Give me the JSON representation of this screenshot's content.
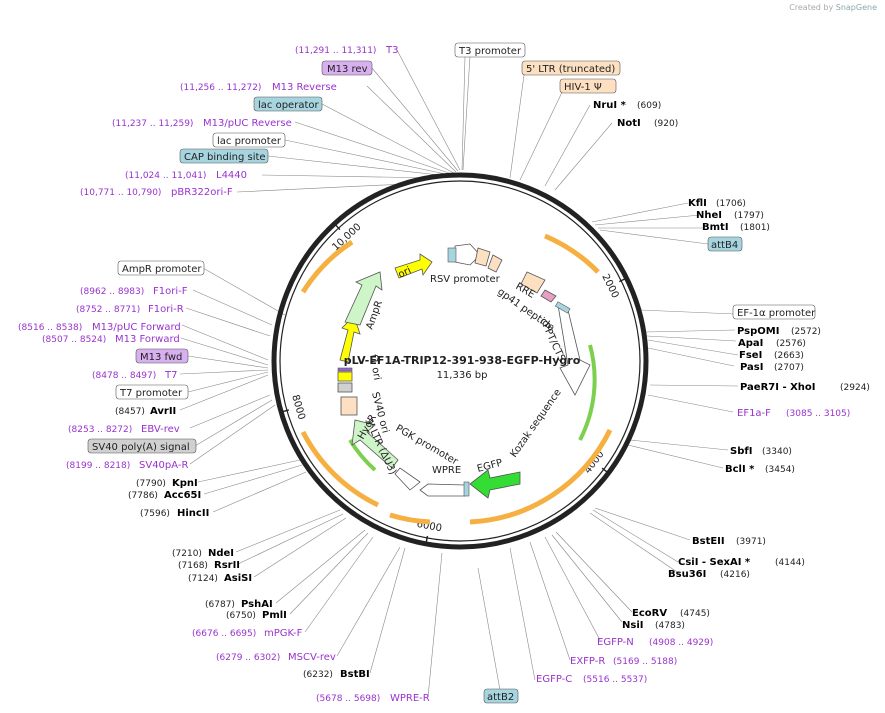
{
  "credit": "Created by",
  "brand": "SnapGene",
  "plasmid": {
    "name": "pLV-EF1A-TRIP12-391-938-EGFP-Hygro",
    "size": "11,336 bp",
    "length": 11336
  },
  "ticks": [
    {
      "label": "2000",
      "pos": 2000
    },
    {
      "label": "4000",
      "pos": 4000
    },
    {
      "label": "6000",
      "pos": 6000
    },
    {
      "label": "8000",
      "pos": 8000
    },
    {
      "label": "10,000",
      "pos": 10000
    }
  ],
  "features": [
    {
      "name": "RSV promoter"
    },
    {
      "name": "RRE"
    },
    {
      "name": "gp41 peptide"
    },
    {
      "name": "cPPT/CTS"
    },
    {
      "name": "Kozak sequence"
    },
    {
      "name": "EGFP"
    },
    {
      "name": "WPRE"
    },
    {
      "name": "PGK promoter"
    },
    {
      "name": "HygR"
    },
    {
      "name": "3' LTR (ΔU3)"
    },
    {
      "name": "SV40 ori"
    },
    {
      "name": "f1 ori"
    },
    {
      "name": "AmpR"
    },
    {
      "name": "ori"
    }
  ],
  "labels": {
    "T3": "T3",
    "T3_range": "(11,291 .. 11,311)",
    "M13rev": "M13 rev",
    "M13Reverse": "M13 Reverse",
    "M13Reverse_range": "(11,256 .. 11,272)",
    "lacOperator": "lac operator",
    "M13pUCRev": "M13/pUC Reverse",
    "M13pUCRev_range": "(11,237 .. 11,259)",
    "lacPromoter": "lac promoter",
    "CAP": "CAP binding site",
    "L4440": "L4440",
    "L4440_range": "(11,024 .. 11,041)",
    "pBR322": "pBR322ori-F",
    "pBR322_range": "(10,771 .. 10,790)",
    "ampPromoter": "AmpR promoter",
    "F1oriF": "F1ori-F",
    "F1oriF_range": "(8962 .. 8983)",
    "F1oriR": "F1ori-R",
    "F1oriR_range": "(8752 .. 8771)",
    "M13pUCFwd": "M13/pUC Forward",
    "M13pUCFwd_range": "(8516 .. 8538)",
    "M13Forward": "M13 Forward",
    "M13Forward_range": "(8507 .. 8524)",
    "M13fwd": "M13 fwd",
    "T7": "T7",
    "T7_range": "(8478 .. 8497)",
    "T7promoter": "T7 promoter",
    "AvrII": "AvrII",
    "AvrII_pos": "(8457)",
    "EBVrev": "EBV-rev",
    "EBVrev_range": "(8253 .. 8272)",
    "SV40pA": "SV40 poly(A) signal",
    "SV40pAR": "SV40pA-R",
    "SV40pAR_range": "(8199 .. 8218)",
    "KpnI": "KpnI",
    "KpnI_pos": "(7790)",
    "Acc65I": "Acc65I",
    "Acc65I_pos": "(7786)",
    "HincII": "HincII",
    "HincII_pos": "(7596)",
    "NdeI": "NdeI",
    "NdeI_pos": "(7210)",
    "RsrII": "RsrII",
    "RsrII_pos": "(7168)",
    "AsiSI": "AsiSI",
    "AsiSI_pos": "(7124)",
    "PshAI": "PshAI",
    "PshAI_pos": "(6787)",
    "PmlI": "PmlI",
    "PmlI_pos": "(6750)",
    "mPGKF": "mPGK-F",
    "mPGKF_range": "(6676 .. 6695)",
    "MSCVrev": "MSCV-rev",
    "MSCVrev_range": "(6279 .. 6302)",
    "BstBI": "BstBI",
    "BstBI_pos": "(6232)",
    "WPRER": "WPRE-R",
    "WPRER_range": "(5678 .. 5698)",
    "attB2": "attB2",
    "T3promoter": "T3 promoter",
    "LTR5": "5' LTR (truncated)",
    "HIV": "HIV-1 Ψ",
    "NruI": "NruI *",
    "NruI_pos": "(609)",
    "NotI": "NotI",
    "NotI_pos": "(920)",
    "KflI": "KflI",
    "KflI_pos": "(1706)",
    "NheI": "NheI",
    "NheI_pos": "(1797)",
    "BmtI": "BmtI",
    "BmtI_pos": "(1801)",
    "attB4": "attB4",
    "EF1a": "EF-1α promoter",
    "PspOMI": "PspOMI",
    "PspOMI_pos": "(2572)",
    "ApaI": "ApaI",
    "ApaI_pos": "(2576)",
    "FseI": "FseI",
    "FseI_pos": "(2663)",
    "PasI": "PasI",
    "PasI_pos": "(2707)",
    "PaeR7I": "PaeR7I  - XhoI",
    "PaeR7I_pos": "(2924)",
    "EF1aF": "EF1a-F",
    "EF1aF_range": "(3085 .. 3105)",
    "SbfI": "SbfI",
    "SbfI_pos": "(3340)",
    "BclI": "BclI *",
    "BclI_pos": "(3454)",
    "BstEII": "BstEII",
    "BstEII_pos": "(3971)",
    "CsiI": "CsiI  - SexAI *",
    "CsiI_pos": "(4144)",
    "Bsu36I": "Bsu36I",
    "Bsu36I_pos": "(4216)",
    "EcoRV": "EcoRV",
    "EcoRV_pos": "(4745)",
    "NsiI": "NsiI",
    "NsiI_pos": "(4783)",
    "EGFPN": "EGFP-N",
    "EGFPN_range": "(4908 .. 4929)",
    "EXFPR": "EXFP-R",
    "EXFPR_range": "(5169 .. 5188)",
    "EGFPC": "EGFP-C",
    "EGFPC_range": "(5516 .. 5537)"
  },
  "colors": {
    "primer": "#9933cc",
    "enzyme": "#000000",
    "orf": "#f5b041",
    "orf_green": "#7ccf4f",
    "feature_blue": "#a6d5e0",
    "feature_peach": "#fde0c2",
    "feature_purple": "#d8b0f0",
    "feature_gray": "#d0d0d0",
    "backbone": "#222222"
  }
}
